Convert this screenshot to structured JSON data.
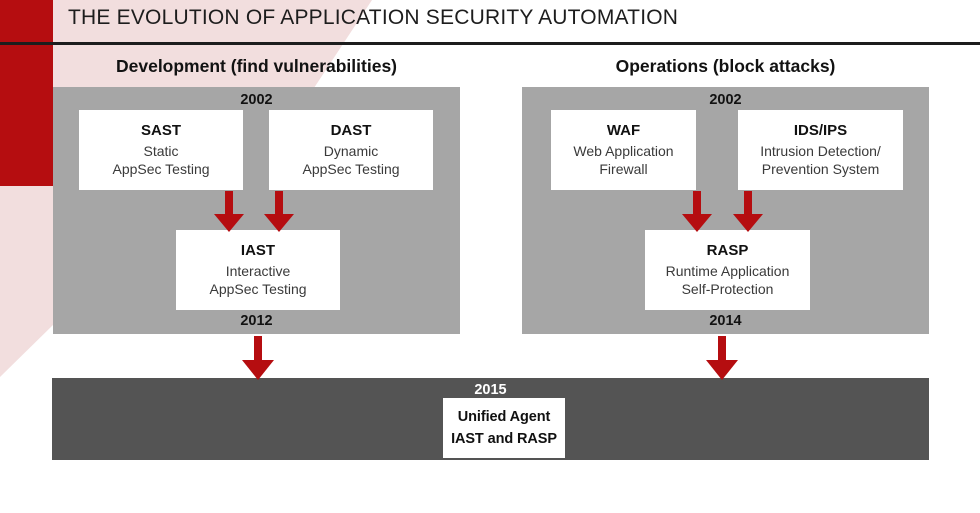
{
  "slide": {
    "title": "THE EVOLUTION OF APPLICATION SECURITY AUTOMATION"
  },
  "colors": {
    "accent_red": "#B50D10",
    "arrow_red": "#B50D10",
    "pale_pink": "#F2DEDE",
    "panel_gray": "#A6A6A6",
    "bar_dark_gray": "#545454",
    "box_white": "#FFFFFF",
    "text_dark": "#1A1A1A"
  },
  "columns": [
    {
      "id": "development",
      "heading_bold": "Development",
      "heading_rest": " (find vulnerabilities)",
      "year_start": "2002",
      "year_end": "2012",
      "sources": [
        {
          "acronym": "SAST",
          "line1": "Static",
          "line2": "AppSec Testing"
        },
        {
          "acronym": "DAST",
          "line1": "Dynamic",
          "line2": "AppSec Testing"
        }
      ],
      "result": {
        "acronym": "IAST",
        "line1": "Interactive",
        "line2": "AppSec Testing"
      }
    },
    {
      "id": "operations",
      "heading_bold": "Operations",
      "heading_rest": " (block attacks)",
      "year_start": "2002",
      "year_end": "2014",
      "sources": [
        {
          "acronym": "WAF",
          "line1": "Web Application",
          "line2": "Firewall"
        },
        {
          "acronym": "IDS/IPS",
          "line1": "Intrusion Detection/",
          "line2": "Prevention System"
        }
      ],
      "result": {
        "acronym": "RASP",
        "line1": "Runtime Application",
        "line2": "Self-Protection"
      }
    }
  ],
  "unified": {
    "year": "2015",
    "acronym_line1": "Unified Agent",
    "acronym_line2": "IAST and RASP"
  }
}
